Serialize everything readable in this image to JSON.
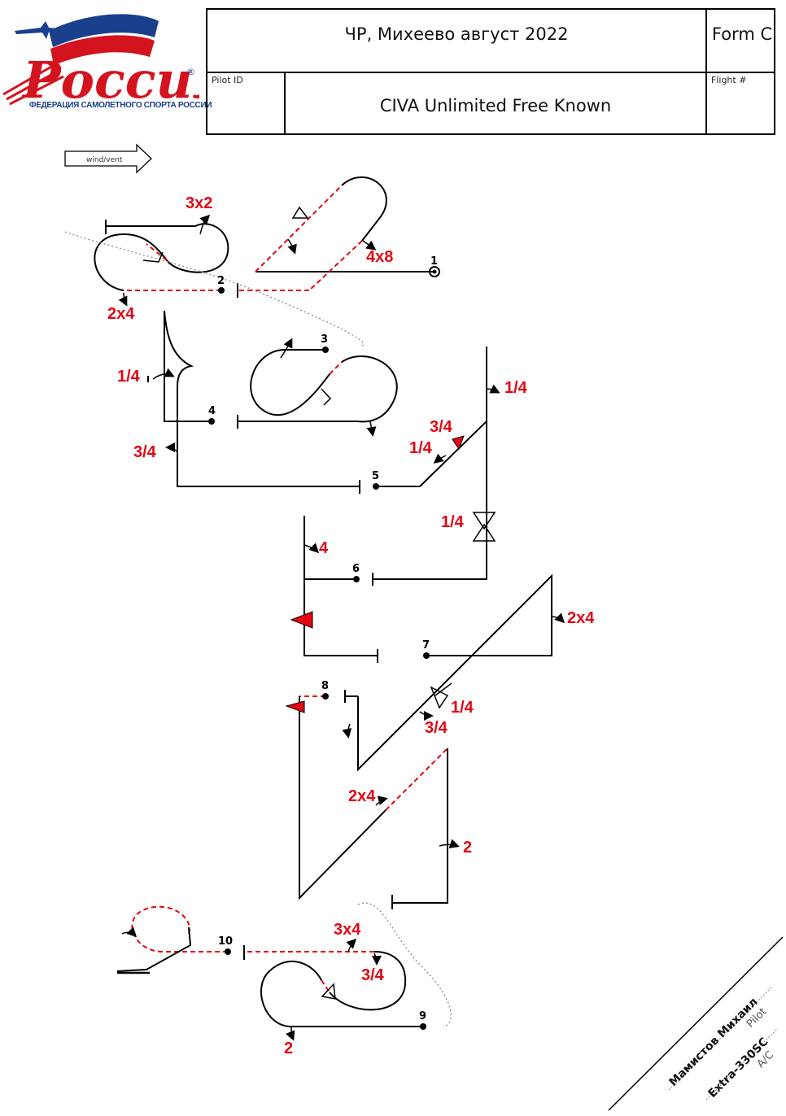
{
  "header": {
    "event_title": "ЧР, Михеево август 2022",
    "form_label": "Form C",
    "pilot_id_label": "Pilot ID",
    "flight_label": "Flight #",
    "sequence_title": "CIVA Unlimited Free Known"
  },
  "logo": {
    "wordmark": "Россия",
    "caption": "ФЕДЕРАЦИЯ САМОЛЕТНОГО СПОРТА РОССИИ",
    "registered": "®",
    "colors": {
      "blue": "#1a3f8c",
      "red": "#d3141e"
    }
  },
  "wind_label": "wind/vent",
  "figure_numbers": [
    "1",
    "2",
    "3",
    "4",
    "5",
    "6",
    "7",
    "8",
    "9",
    "10"
  ],
  "roll_labels": [
    "3x2",
    "4x8",
    "2x4",
    "1/4",
    "3/4",
    "1/4",
    "3/4",
    "1/4",
    "1/4",
    "4",
    "2x4",
    "1/4",
    "3/4",
    "2x4",
    "2",
    "3x4",
    "3/4",
    "2"
  ],
  "footer": {
    "pilot_name": "Мамистов Михаил",
    "pilot_caption": "Pilot",
    "aircraft": "Extra-330SC",
    "aircraft_caption": "A/C"
  },
  "colors": {
    "line": "#000000",
    "accent": "#e30613",
    "dotted": "#888888"
  }
}
